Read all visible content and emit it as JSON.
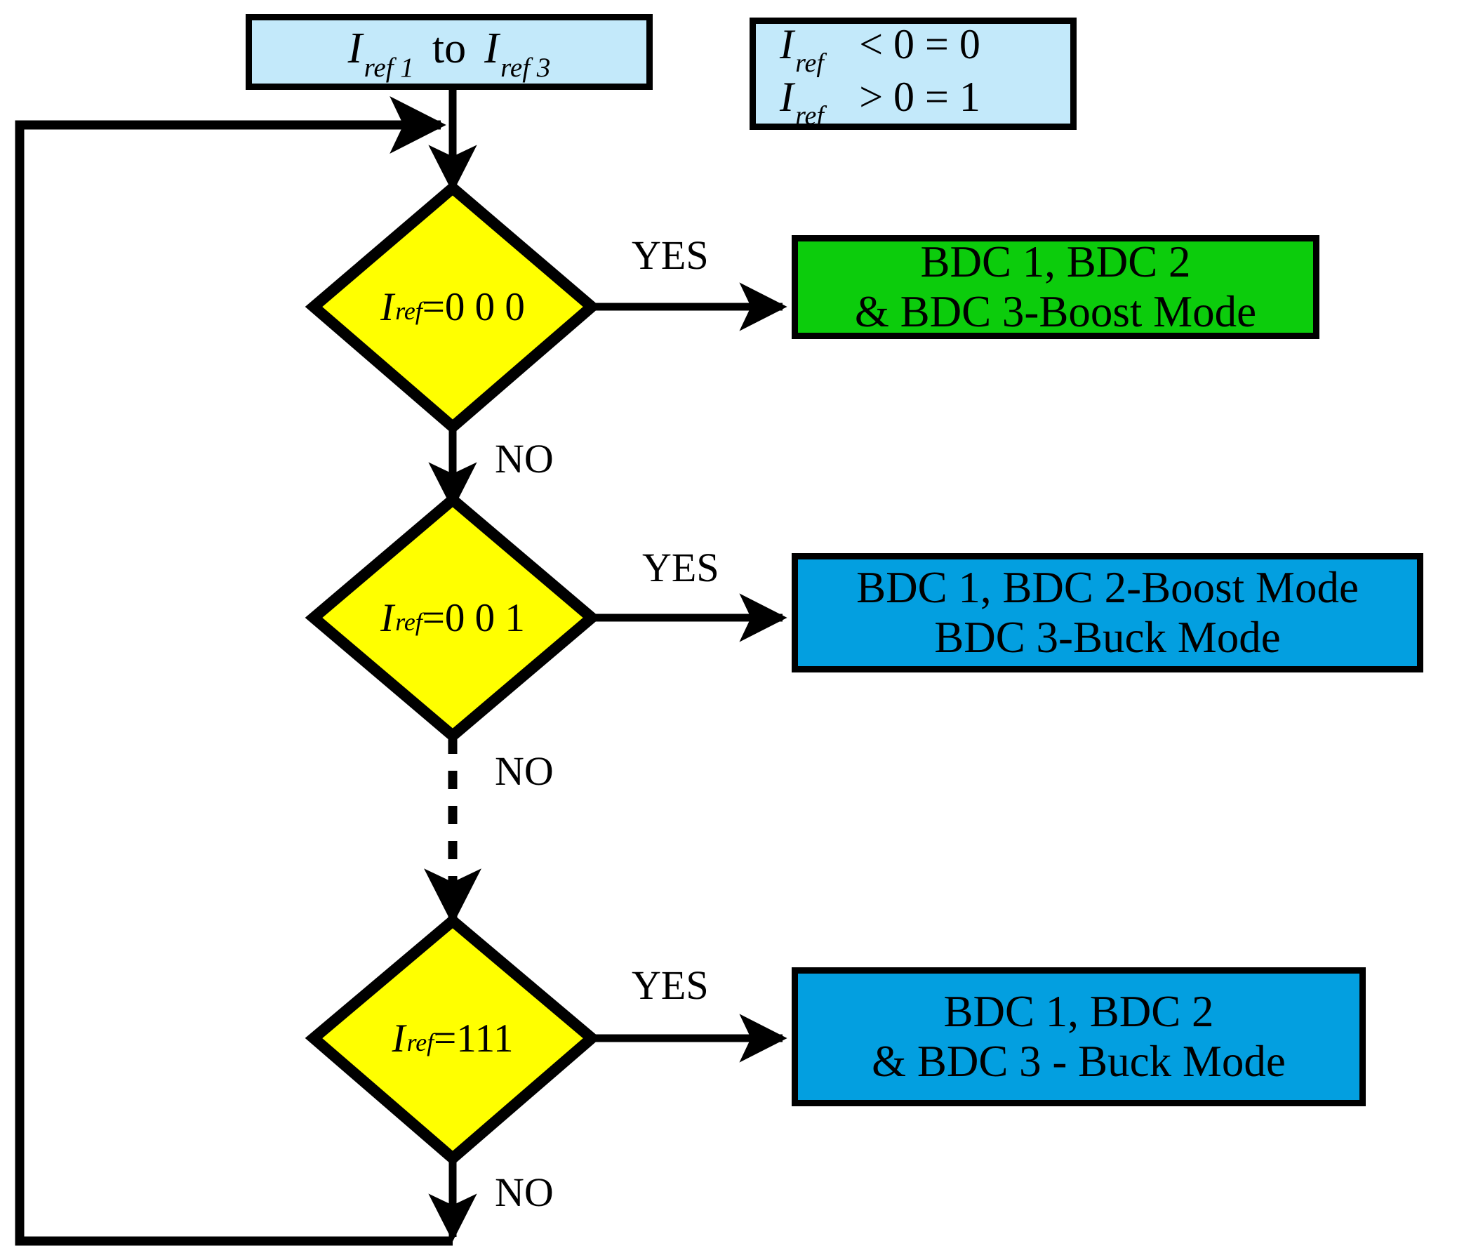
{
  "diagram": {
    "title": "BDC mode selection flowchart",
    "colors": {
      "start_fill": "#c3e9fa",
      "legend_fill": "#c3e9fa",
      "decision_fill": "#ffff00",
      "boost_fill": "#0ccc0c",
      "buck_fill": "#039fe0",
      "stroke": "#000000",
      "background": "#ffffff"
    },
    "start": {
      "var": "I",
      "sub_from": "ref 1",
      "connector": "to",
      "var2": "I",
      "sub_to": "ref 3"
    },
    "legend": {
      "line1": {
        "var": "I",
        "sub": "ref",
        "cond": "< 0 = 0"
      },
      "line2": {
        "var": "I",
        "sub": "ref",
        "cond": "> 0 = 1"
      }
    },
    "decisions": [
      {
        "var": "I",
        "sub": "ref",
        "eq": "=0 0 0",
        "yes_label": "YES",
        "no_label": "NO"
      },
      {
        "var": "I",
        "sub": "ref",
        "eq": "=0 0 1",
        "yes_label": "YES",
        "no_label": "NO"
      },
      {
        "var": "I",
        "sub": "ref",
        "eq": "=111",
        "yes_label": "YES",
        "no_label": "NO"
      }
    ],
    "outcomes": [
      {
        "line1": "BDC 1, BDC 2",
        "line2": "& BDC 3-Boost Mode"
      },
      {
        "line1": "BDC 1, BDC 2-Boost Mode",
        "line2": "BDC 3-Buck Mode"
      },
      {
        "line1": "BDC 1, BDC 2",
        "line2": "& BDC 3 - Buck Mode"
      }
    ]
  }
}
